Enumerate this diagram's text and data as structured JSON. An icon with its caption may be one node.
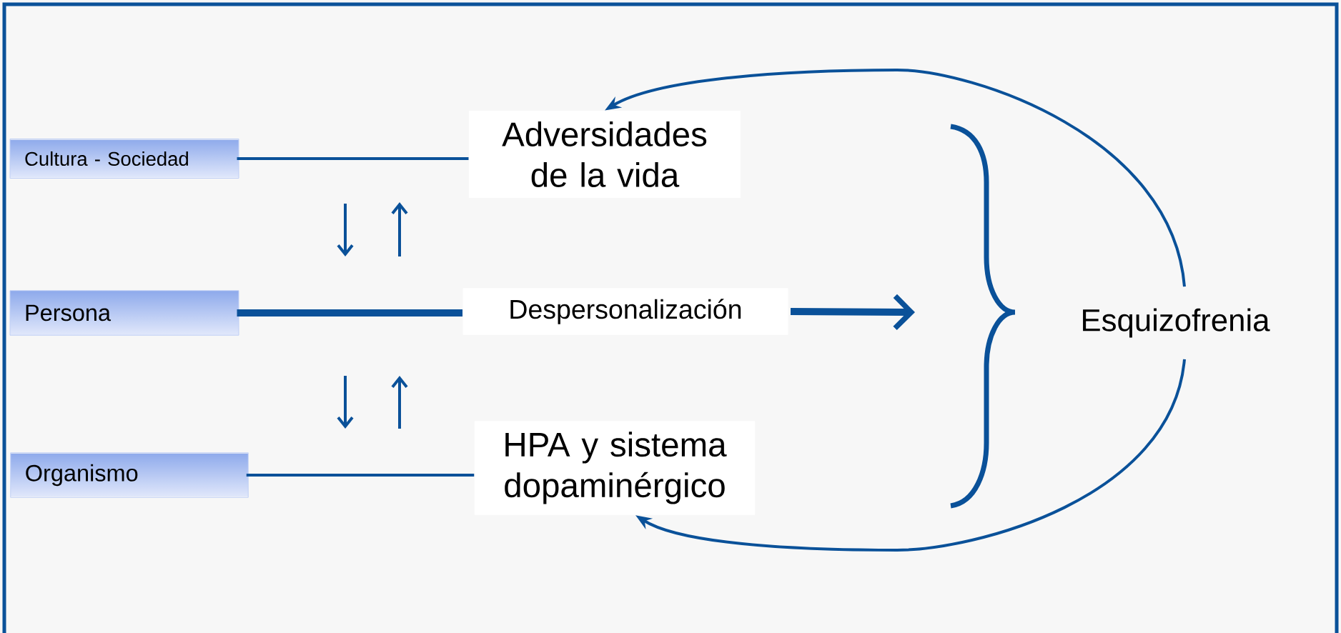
{
  "diagram": {
    "nodes": [
      {
        "text": [
          "Cultura - Sociedad"
        ]
      },
      {
        "text": [
          "Persona"
        ]
      },
      {
        "text": [
          "Organismo"
        ]
      },
      {
        "text": [
          "Adversidades de la vida"
        ]
      },
      {
        "text": [
          "Despersonalización"
        ]
      },
      {
        "text": [
          "HPA y sistema dopaminérgico"
        ]
      },
      {
        "text": [
          "Esquizofrenia"
        ]
      }
    ],
    "edges": [
      {
        "from": 0,
        "to": 3,
        "arrow": "none"
      },
      {
        "from": 1,
        "to": 4,
        "arrow": "none",
        "style": "thick"
      },
      {
        "from": 2,
        "to": 5,
        "arrow": "none"
      },
      {
        "from": 4,
        "to": null,
        "arrow": "to",
        "style": "thick"
      },
      {
        "from": 6,
        "to": 3,
        "arrow": "to"
      },
      {
        "from": 6,
        "to": 5,
        "arrow": "to"
      }
    ]
  }
}
